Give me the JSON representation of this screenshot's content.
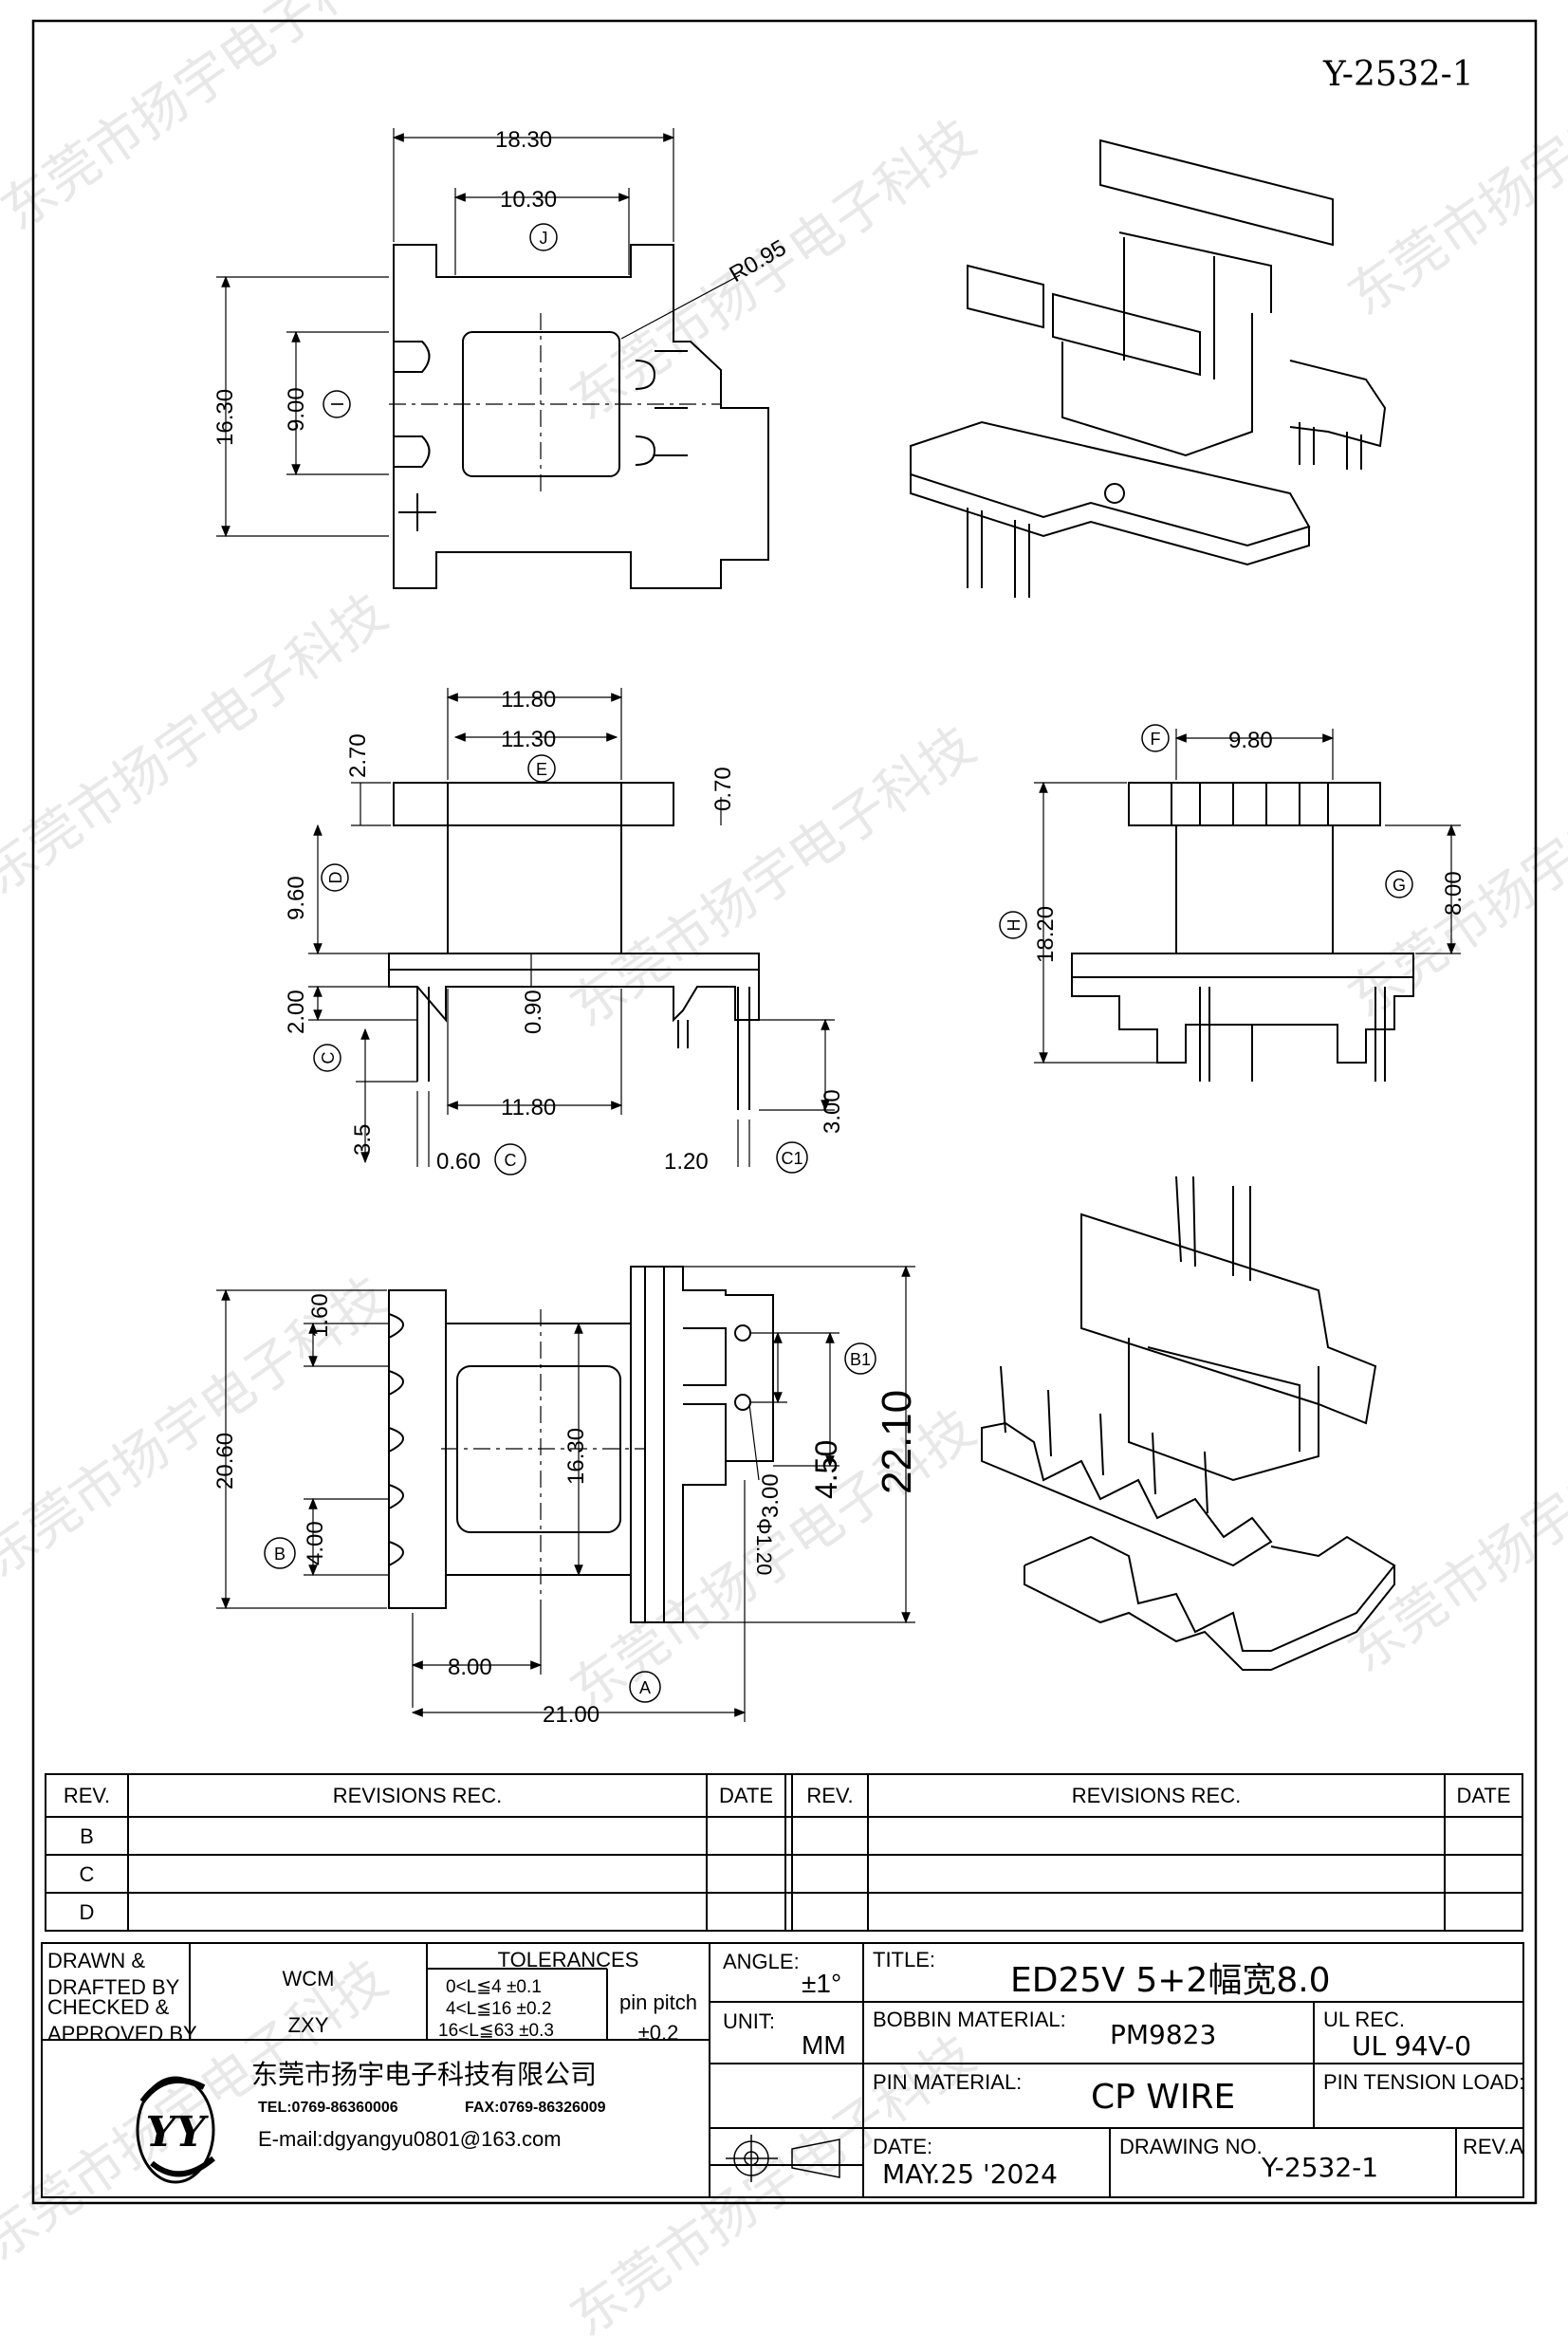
{
  "header": {
    "drawing_code": "Y-2532-1"
  },
  "dims": {
    "top_view": {
      "d1": "18.30",
      "d2": "10.30",
      "d3": "R0.95",
      "d4": "16.30",
      "d5": "9.00",
      "ref_j": "J",
      "ref_i": "I"
    },
    "front_view": {
      "d1": "11.80",
      "d2": "11.30",
      "d3": "2.70",
      "d4": "0.70",
      "d5": "9.60",
      "d6": "2.00",
      "d7": "0.90",
      "d8": "11.80",
      "d9": "3.5",
      "d10": "0.60",
      "d11": "1.20",
      "d12": "3.00",
      "ref_e": "E",
      "ref_d": "D",
      "ref_c": "C",
      "ref_c1": "C1"
    },
    "side_view": {
      "d1": "9.80",
      "d2": "18.20",
      "d3": "8.00",
      "ref_f": "F",
      "ref_h": "H",
      "ref_g": "G"
    },
    "bottom_view": {
      "d1": "1.60",
      "d2": "20.60",
      "d3": "4.00",
      "d4": "16.30",
      "d5": "3.00",
      "d6": "4.50",
      "d7": "22.10",
      "d8": "Φ1.20",
      "d9": "8.00",
      "d10": "21.00",
      "ref_b": "B",
      "ref_b1": "B1",
      "ref_a": "A"
    }
  },
  "revisions": {
    "headers": {
      "rev": "REV.",
      "rec": "REVISIONS    REC.",
      "date": "DATE"
    },
    "rows": [
      "B",
      "C",
      "D"
    ]
  },
  "title_block": {
    "drawn_label": "DRAWN &\nDRAFTED BY",
    "drawn_by": "WCM",
    "checked_label": "CHECKED &\nAPPROVED BY",
    "checked_by": "ZXY",
    "tolerances_label": "TOLERANCES",
    "tol1": "0<L≦4    ±0.1",
    "tol2": "4<L≦16  ±0.2",
    "tol3": "16<L≦63 ±0.3",
    "pin_pitch_label": "pin  pitch",
    "pin_pitch_value": "±0.2",
    "angle_label": "ANGLE:",
    "angle_value": "±1°",
    "unit_label": "UNIT:",
    "unit_value": "MM",
    "title_label": "TITLE:",
    "title_value": "ED25V  5+2幅宽8.0",
    "bobbin_label": "BOBBIN MATERIAL:",
    "bobbin_value": "PM9823",
    "ul_label": "UL REC.",
    "ul_value": "UL  94V-0",
    "pin_material_label": "PIN  MATERIAL:",
    "pin_material_value": "CP  WIRE",
    "pin_tension_label": "PIN TENSION LOAD:",
    "date_label": "DATE:",
    "date_value": "MAY.25  '2024",
    "drawing_no_label": "DRAWING NO.",
    "drawing_no_value": "Y-2532-1",
    "rev_label": "REV.A",
    "company_name": "东莞市扬宇电子科技有限公司",
    "tel": "TEL:0769-86360006",
    "fax": "FAX:0769-86326009",
    "email": "E-mail:dgyangyu0801@163.com",
    "logo_text": "YY"
  },
  "watermark": {
    "text": "东莞市扬宇电子科技"
  }
}
